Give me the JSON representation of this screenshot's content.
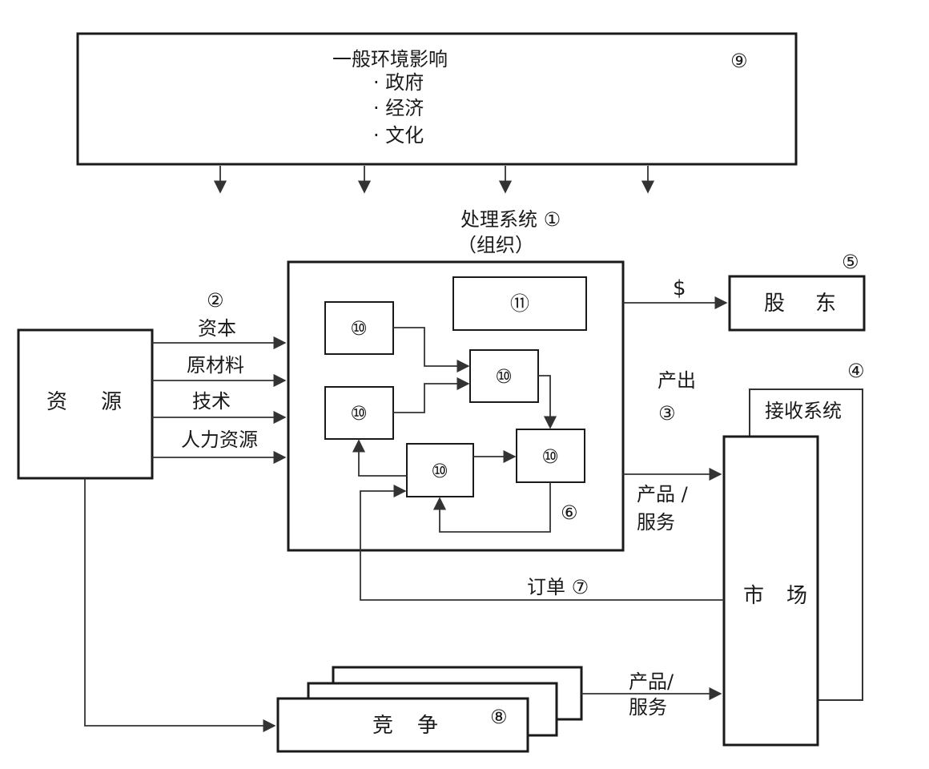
{
  "environment": {
    "title": "一般环境影响",
    "items": [
      "· 政府",
      "· 经济",
      "· 文化"
    ],
    "num": "⑨"
  },
  "processing": {
    "title": "处理系统 ①",
    "subtitle": "（组织）",
    "node_label": "⑩",
    "top_label": "⑪",
    "feedback_num": "⑥"
  },
  "resources": {
    "label_a": "资",
    "label_b": "源",
    "num": "②",
    "inputs": [
      "资本",
      "原材料",
      "技术",
      "人力资源"
    ]
  },
  "shareholders": {
    "label_a": "股",
    "label_b": "东",
    "num": "⑤",
    "flow": "$"
  },
  "output": {
    "label": "产出",
    "num": "③",
    "flow_a": "产品 /",
    "flow_b": "服务"
  },
  "receiving": {
    "label": "接收系统",
    "num": "④"
  },
  "market": {
    "label_a": "市",
    "label_b": "场"
  },
  "orders": {
    "label": "订单 ⑦"
  },
  "competition": {
    "label_a": "竞",
    "label_b": "争",
    "num": "⑧",
    "flow_a": "产品/",
    "flow_b": "服务"
  }
}
